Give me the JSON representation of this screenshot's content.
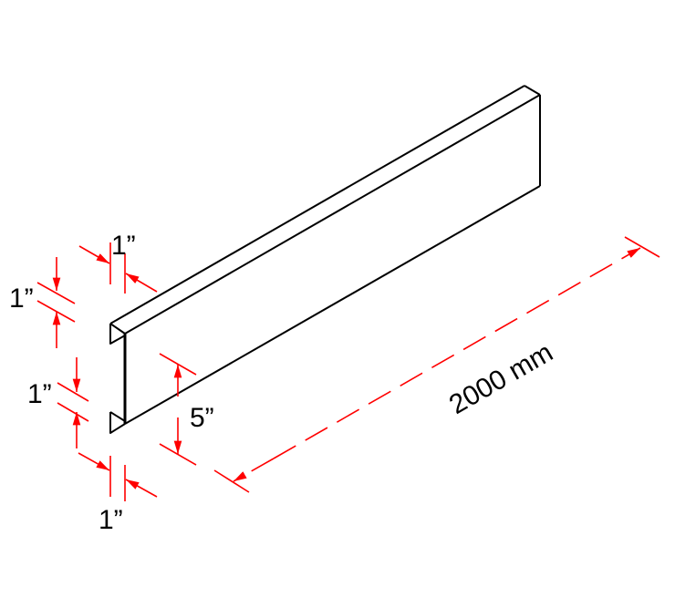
{
  "dimensions": {
    "top_flange_width": "1”",
    "top_lip_height": "1”",
    "bottom_lip_height": "1”",
    "bottom_flange_width": "1”",
    "web_height": "5”",
    "length": "2000 mm"
  },
  "colors": {
    "outline": "#000000",
    "dimension": "#ff0000"
  }
}
